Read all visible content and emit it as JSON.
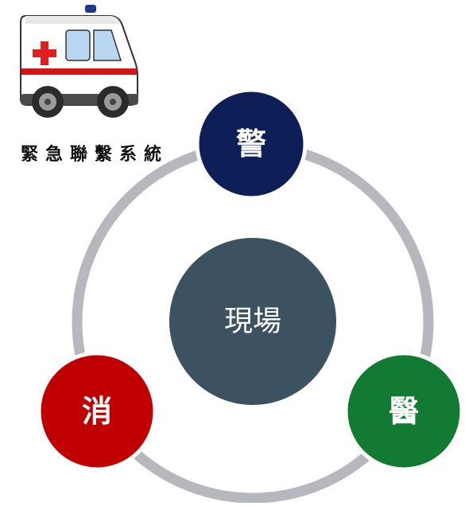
{
  "caption": "緊急聯繫系統",
  "center": {
    "label": "現場",
    "color": "#3c5260"
  },
  "ring_color": "#b7b8bd",
  "nodes": {
    "police": {
      "label": "警",
      "color": "#0e1e57"
    },
    "medical": {
      "label": "醫",
      "color": "#127a32"
    },
    "fire": {
      "label": "消",
      "color": "#c00000"
    }
  },
  "ambulance": {
    "body_color": "#ffffff",
    "stripe_color": "#d41616",
    "cross_color": "#e02020",
    "window_color": "#b9d6f2",
    "light_color": "#1f3a8c"
  }
}
